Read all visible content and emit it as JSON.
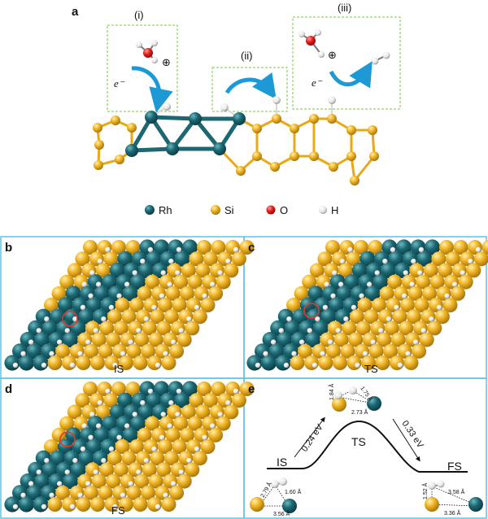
{
  "panel_a": {
    "letter": "a",
    "step_i": "(i)",
    "step_ii": "(ii)",
    "step_iii": "(iii)",
    "electron_i": "e⁻",
    "electron_iii": "e⁻",
    "charge_i": "⊕",
    "charge_iii": "⊕"
  },
  "legend": {
    "items": [
      {
        "label": "Rh",
        "color": "#1b6873"
      },
      {
        "label": "Si",
        "color": "#f0b323"
      },
      {
        "label": "O",
        "color": "#e11b1b"
      },
      {
        "label": "H",
        "color": "#f2f2f2"
      }
    ]
  },
  "panels": {
    "b": {
      "letter": "b",
      "state": "IS"
    },
    "c": {
      "letter": "c",
      "state": "TS"
    },
    "d": {
      "letter": "d",
      "state": "FS"
    }
  },
  "panel_e": {
    "letter": "e",
    "is_label": "IS",
    "ts_label": "TS",
    "fs_label": "FS",
    "barrier_forward": "0.24 eV",
    "barrier_back": "0.33 eV",
    "is_distances": [
      "2.79 Å",
      "1.60 Å",
      "3.56 Å"
    ],
    "ts_distances": [
      "1.84 Å",
      "1.75 Å",
      "2.73 Å"
    ],
    "fs_distances": [
      "1.52 Å",
      "3.58 Å",
      "3.36 Å"
    ]
  },
  "colors": {
    "rh": "#1b6873",
    "si": "#f0b323",
    "o": "#e11b1b",
    "h": "#f2f2f2",
    "frame": "#5bc3e8",
    "dashed": "#7ac943",
    "arrow": "#1d9ad6",
    "highlight": "#e03a2a"
  }
}
